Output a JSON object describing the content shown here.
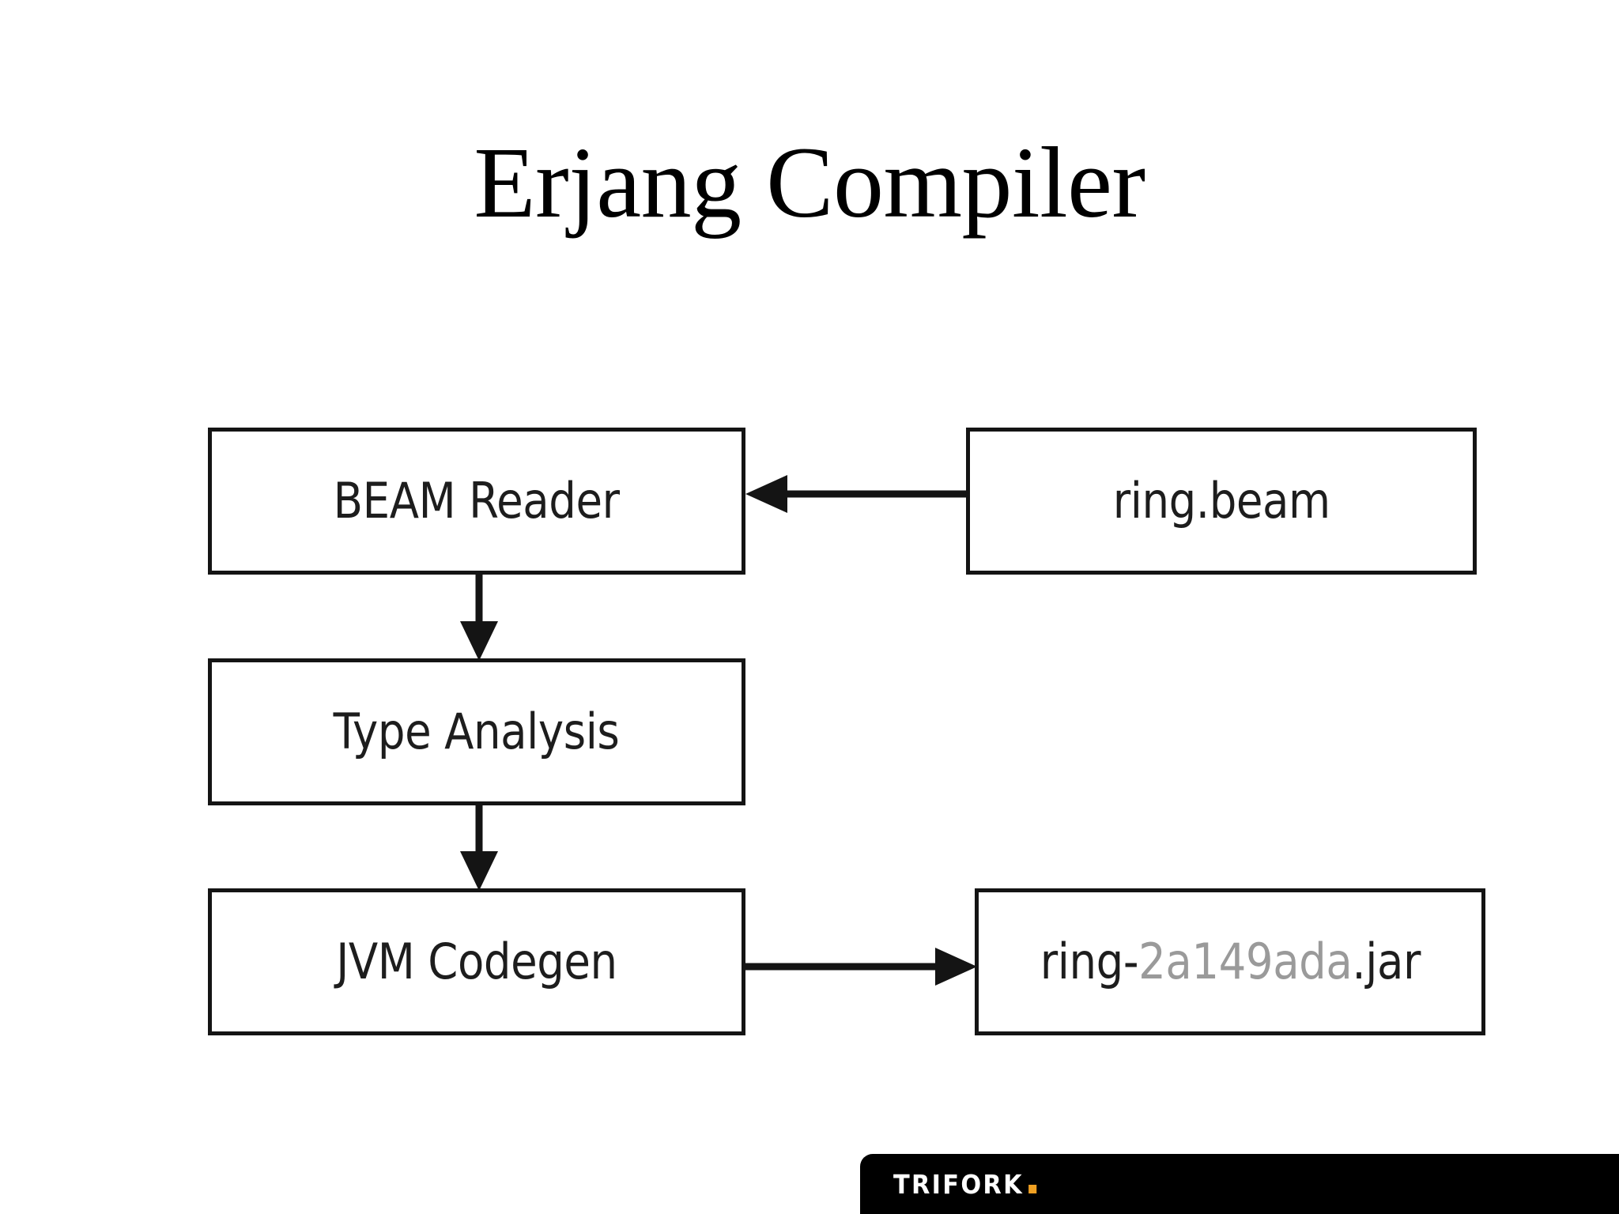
{
  "slide": {
    "title": "Erjang Compiler",
    "background_color": "#ffffff"
  },
  "diagram": {
    "type": "flowchart",
    "nodes": [
      {
        "id": "beam-reader",
        "label": "BEAM Reader",
        "shape": "rectangle",
        "column": "left",
        "row": 1
      },
      {
        "id": "type-analysis",
        "label": "Type Analysis",
        "shape": "rectangle",
        "column": "left",
        "row": 2
      },
      {
        "id": "jvm-codegen",
        "label": "JVM Codegen",
        "shape": "rectangle",
        "column": "left",
        "row": 3
      },
      {
        "id": "ring-beam",
        "label": "ring.beam",
        "shape": "rectangle",
        "column": "right",
        "row": 1
      },
      {
        "id": "ring-jar",
        "label_prefix": "ring-",
        "label_hash": "2a149ada",
        "label_suffix": ".jar",
        "shape": "rectangle",
        "column": "right",
        "row": 3
      }
    ],
    "edges": [
      {
        "from": "ring-beam",
        "to": "beam-reader",
        "direction": "left",
        "style": "solid-arrow"
      },
      {
        "from": "beam-reader",
        "to": "type-analysis",
        "direction": "down",
        "style": "solid-arrow"
      },
      {
        "from": "type-analysis",
        "to": "jvm-codegen",
        "direction": "down",
        "style": "solid-arrow"
      },
      {
        "from": "jvm-codegen",
        "to": "ring-jar",
        "direction": "right",
        "style": "solid-arrow"
      }
    ],
    "colors": {
      "stroke": "#141414",
      "node_fill": "#ffffff",
      "label": "#1d1d1d",
      "hash_label": "#9a9a9a"
    }
  },
  "footer": {
    "logo_text": "TRIFORK",
    "logo_dot": ".",
    "logo_bar_color": "#000000",
    "logo_text_color": "#ffffff",
    "logo_dot_color": "#f0a022"
  }
}
